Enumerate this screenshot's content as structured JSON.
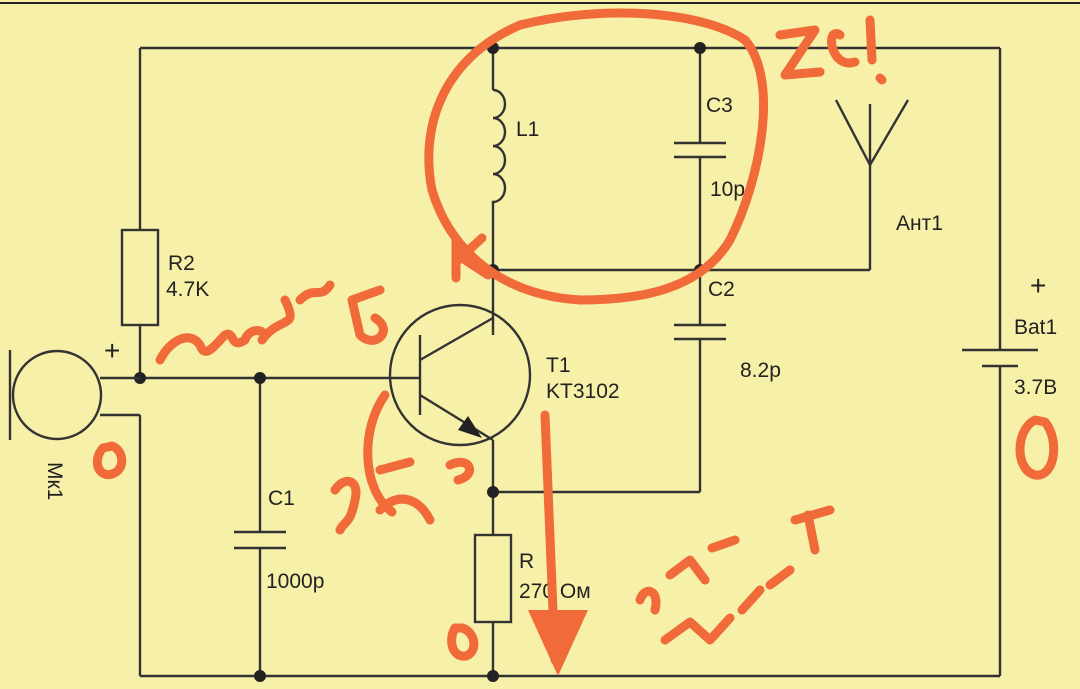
{
  "components": {
    "inductor_l1": "L1",
    "cap_c3": "C3",
    "cap_c3_value": "10p",
    "antenna": "Ант1",
    "cap_c2": "C2",
    "cap_c2_value": "8.2p",
    "battery": "Bat1",
    "battery_value": "3.7B",
    "battery_plus": "+",
    "resistor_r2": "R2",
    "resistor_r2_value": "4.7K",
    "transistor": "T1",
    "transistor_model": "KT3102",
    "mic_plus": "+",
    "microphone": "Мк1",
    "cap_c1": "C1",
    "cap_c1_value": "1000p",
    "resistor_r1": "R",
    "resistor_r1_value": "270 Ом"
  },
  "colors": {
    "background": "#f7f0a8",
    "wire": "#333333",
    "annotation": "#f06a3a"
  }
}
